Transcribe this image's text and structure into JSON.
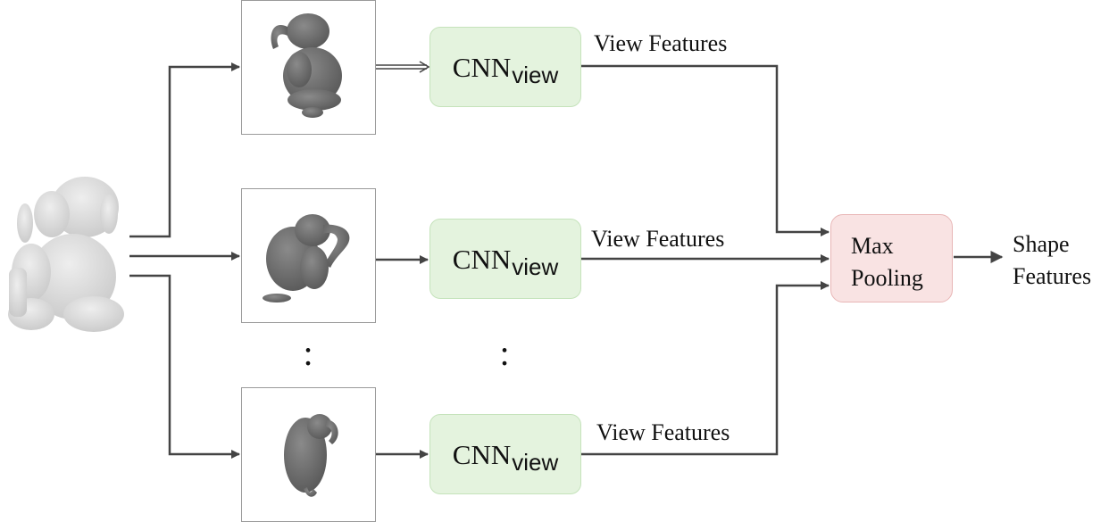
{
  "diagram": {
    "input_shape": {
      "icon": "elephant-3d-model-icon",
      "color": "#d9d9d9"
    },
    "views": [
      {
        "icon": "elephant-view-1-icon"
      },
      {
        "icon": "elephant-view-2-icon"
      },
      {
        "icon": "elephant-view-n-icon"
      }
    ],
    "cnn_blocks": [
      {
        "label": "CNN",
        "subscript": "view"
      },
      {
        "label": "CNN",
        "subscript": "view"
      },
      {
        "label": "CNN",
        "subscript": "view"
      }
    ],
    "feature_labels": [
      "View Features",
      "View Features",
      "View Features"
    ],
    "pooling": {
      "line1": "Max",
      "line2": "Pooling"
    },
    "output": {
      "line1": "Shape",
      "line2": "Features"
    },
    "ellipsis": ":",
    "colors": {
      "cnn_fill": "#e4f3de",
      "cnn_border": "#c5e3bb",
      "pool_fill": "#f9e3e3",
      "pool_border": "#e8b6b6",
      "arrow": "#444444",
      "render": "#6b6b6b"
    }
  }
}
